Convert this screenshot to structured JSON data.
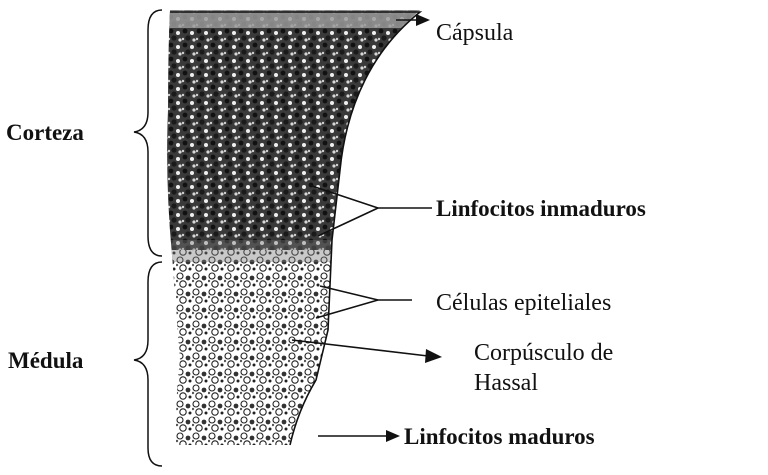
{
  "labels": {
    "capsula": "Cápsula",
    "corteza": "Corteza",
    "medula": "Médula",
    "linfocitos_inmaduros": "Linfocitos inmaduros",
    "celulas_epiteliales": "Células epiteliales",
    "corpusculo_line1": "Corpúsculo de",
    "corpusculo_line2": "Hassal",
    "linfocitos_maduros": "Linfocitos maduros"
  },
  "colors": {
    "ink": "#111111",
    "tissue_dark": "#2b2b2b",
    "tissue_light": "#8a8a8a",
    "background": "#ffffff"
  }
}
